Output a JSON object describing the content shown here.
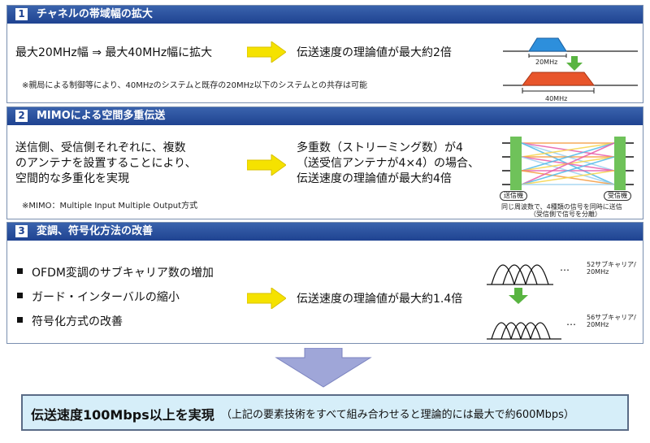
{
  "section1": {
    "number": "1",
    "title": "チャネルの帯域幅の拡大",
    "left_text": "最大20MHz幅 ⇒ 最大40MHz幅に拡大",
    "right_text": "伝送速度の理論値が最大約2倍",
    "note": "※親局による制御等により、40MHzのシステムと既存の20MHz以下のシステムとの共存は可能",
    "label_20": "20MHz",
    "label_40": "40MHz",
    "colors": {
      "band20": "#2d8fdc",
      "band40": "#e8552b",
      "arrow": "#59b441"
    }
  },
  "section2": {
    "number": "2",
    "title": "MIMOによる空間多重伝送",
    "left_lines": [
      "送信側、受信側それぞれに、複数",
      "のアンテナを設置することにより、",
      "空間的な多重化を実現"
    ],
    "right_lines": [
      "多重数（ストリーミング数）が4",
      "（送受信アンテナが4×4）の場合、",
      "伝送速度の理論値が最大約4倍"
    ],
    "note": "※MIMO：Multiple Input Multiple Output方式",
    "tx_label": "送信機",
    "rx_label": "受信機",
    "caption_lines": [
      "同じ周波数で、4種類の信号を同時に送信",
      "（受信側で信号を分離）"
    ]
  },
  "section3": {
    "number": "3",
    "title": "変調、符号化方法の改善",
    "bullets": [
      "OFDM変調のサブキャリア数の増加",
      "ガード・インターバルの縮小",
      "符号化方式の改善"
    ],
    "right_text": "伝送速度の理論値が最大約1.4倍",
    "top_label_lines": [
      "52サブキャリア/",
      "20MHz"
    ],
    "bottom_label_lines": [
      "56サブキャリア/",
      "20MHz"
    ],
    "ellipsis": "…"
  },
  "result": {
    "bold_text": "伝送速度100Mbps以上を実現",
    "paren_text": "（上記の要素技術をすべて組み合わせると理論的には最大で約600Mbps）"
  },
  "colors": {
    "header": "#1f4391",
    "yellow_arrow": "#f5e200",
    "big_arrow": "#9fa6d8",
    "result_bg": "#d6eef9"
  }
}
